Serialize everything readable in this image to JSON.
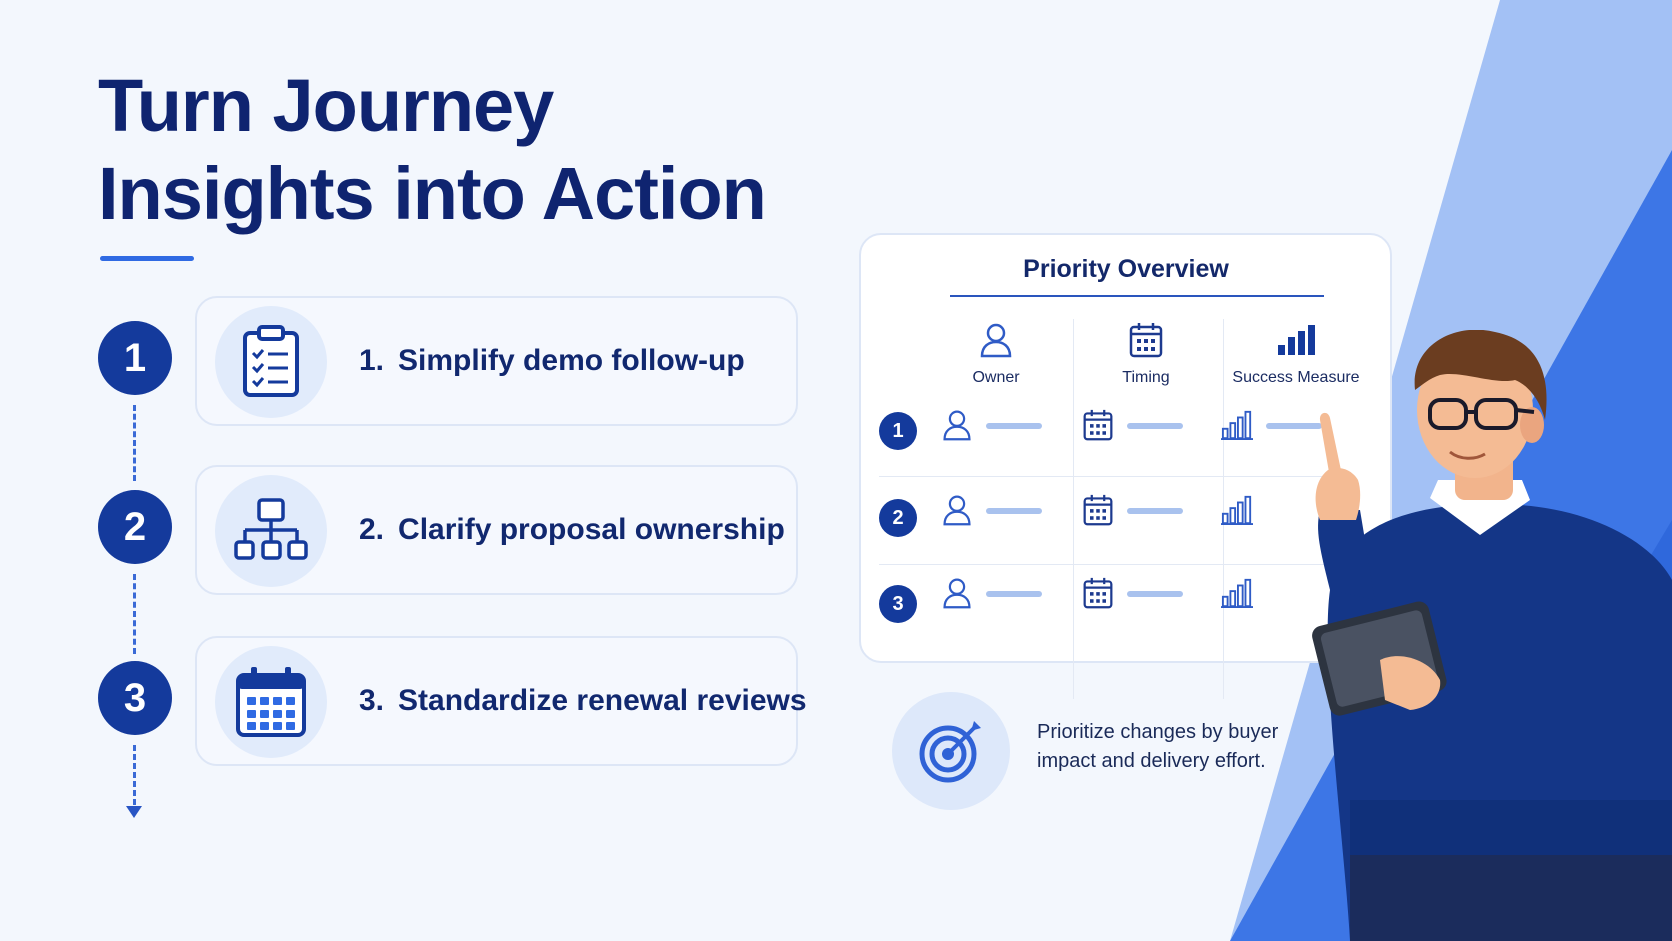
{
  "title": {
    "line1": "Turn Journey",
    "line2": "Insights into Action"
  },
  "steps": [
    {
      "badge": "1",
      "number": "1.",
      "text": "Simplify demo follow-up",
      "icon": "clipboard-checklist-icon"
    },
    {
      "badge": "2",
      "number": "2.",
      "text": "Clarify proposal ownership",
      "icon": "org-chart-icon"
    },
    {
      "badge": "3",
      "number": "3.",
      "text": "Standardize renewal reviews",
      "icon": "calendar-icon"
    }
  ],
  "priority_panel": {
    "title": "Priority Overview",
    "columns": [
      {
        "label": "Owner",
        "icon": "person-icon"
      },
      {
        "label": "Timing",
        "icon": "calendar-icon"
      },
      {
        "label": "Success Measure",
        "icon": "bar-chart-icon"
      }
    ],
    "rows": [
      "1",
      "2",
      "3"
    ]
  },
  "tip": {
    "text": "Prioritize changes by buyer impact and delivery effort.",
    "icon": "target-icon"
  },
  "colors": {
    "navy": "#0f2470",
    "accent": "#2f6ae3",
    "light_blue": "#a9c2ee",
    "background": "#f3f7fd"
  }
}
